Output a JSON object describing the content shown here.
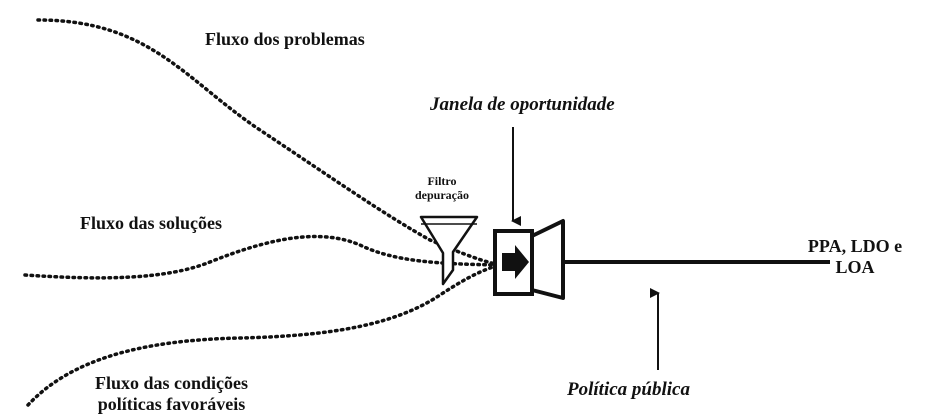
{
  "diagram": {
    "flows": {
      "problems": "Fluxo dos problemas",
      "solutions": "Fluxo das soluções",
      "conditions_line1": "Fluxo das condições",
      "conditions_line2": "políticas favoráveis"
    },
    "filter": {
      "line1": "Filtro",
      "line2": "depuração"
    },
    "window": "Janela de oportunidade",
    "output": {
      "line1": "PPA, LDO e",
      "line2": "LOA"
    },
    "policy": "Política pública"
  },
  "colors": {
    "ink": "#111111",
    "background": "#ffffff"
  }
}
